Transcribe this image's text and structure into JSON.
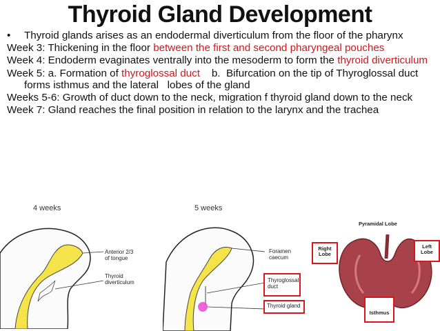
{
  "title": "Thyroid Gland Development",
  "bullet": "•",
  "lines": {
    "l1": "Thyroid glands arises as an endodermal diverticulum from the floor of the pharynx",
    "w3_a": "Week 3: Thickening in the floor ",
    "w3_b": "between the first and second pharyngeal pouches",
    "w4_a": "Week 4: Endoderm evaginates ventrally into the mesoderm to form the ",
    "w4_b": "thyroid diverticulum",
    "w5_a": "Week 5: a. Formation of ",
    "w5_b": "thyroglossal duct",
    "w5_c": "    b.  Bifurcation on the tip of Thyroglossal duct forms isthmus and the lateral   lobes of the gland",
    "w56": "Weeks 5-6: Growth of duct down to the neck, migration f thyroid gland down to the neck",
    "w7": "Week 7: Gland reaches the final position in relation to the larynx and the trachea"
  },
  "figure": {
    "week4": "4 weeks",
    "week5": "5 weeks",
    "ant1": "Anterior 2/3",
    "ant2": "of tongue",
    "thy1": "Thyroid",
    "thy2": "diverticulum",
    "for1": "Foramen",
    "for2": "caecum",
    "tg1": "Thyroglossal",
    "tg2": "duct",
    "tgland": "Thyroid gland",
    "pyr": "Pyramidal Lobe",
    "right1": "Right",
    "right2": "Lobe",
    "left1": "Left",
    "left2": "Lobe",
    "isth": "Isthmus"
  },
  "colors": {
    "accent": "#d0181e",
    "yellow": "#f5e34a",
    "tissue": "#a8424a"
  }
}
